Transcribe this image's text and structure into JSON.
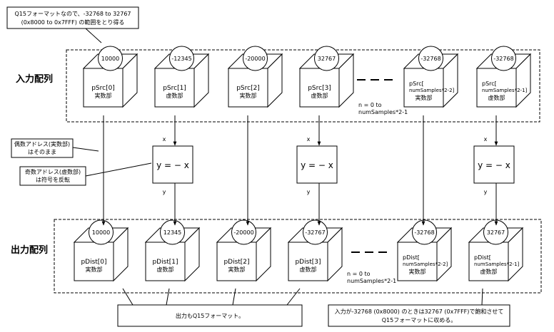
{
  "callouts": {
    "q15_note": [
      "Q15フォーマットなので、-32768 to 32767",
      "(0x8000 to 0x7FFF) の範囲をとり得る"
    ],
    "even_note": [
      "偶数アドレス(実数部)",
      "はそのまま"
    ],
    "odd_note": [
      "奇数アドレス(虚数部)",
      "は符号を反転"
    ],
    "output_q15_note": "出力もQ15フォーマット。",
    "saturate_note": [
      "入力が-32768 (0x8000) のときは32767 (0x7FFF)で飽和させて",
      "Q15フォーマットに収める。"
    ]
  },
  "rows": {
    "input_label": "入力配列",
    "output_label": "出力配列"
  },
  "input_cubes": [
    {
      "value": "10000",
      "name": [
        "pSrc[0]"
      ],
      "kind": "実数部"
    },
    {
      "value": "-12345",
      "name": [
        "pSrc[1]"
      ],
      "kind": "虚数部"
    },
    {
      "value": "-20000",
      "name": [
        "pSrc[2]"
      ],
      "kind": "実数部"
    },
    {
      "value": "32767",
      "name": [
        "pSrc[3]"
      ],
      "kind": "虚数部"
    },
    {
      "value": "-32768",
      "name": [
        "pSrc[",
        "numSamples*2-2]"
      ],
      "kind": "実数部"
    },
    {
      "value": "-32768",
      "name": [
        "pSrc[",
        "numSamples*2-1]"
      ],
      "kind": "虚数部"
    }
  ],
  "output_cubes": [
    {
      "value": "10000",
      "name": [
        "pDist[0]"
      ],
      "kind": "実数部"
    },
    {
      "value": "12345",
      "name": [
        "pDist[1]"
      ],
      "kind": "虚数部"
    },
    {
      "value": "-20000",
      "name": [
        "pDist[2]"
      ],
      "kind": "実数部"
    },
    {
      "value": "-32767",
      "name": [
        "pDist[3]"
      ],
      "kind": "虚数部"
    },
    {
      "value": "-32768",
      "name": [
        "pDist[",
        "numSamples*2-2]"
      ],
      "kind": "実数部"
    },
    {
      "value": "32767",
      "name": [
        "pDist[",
        "numSamples*2-1]"
      ],
      "kind": "虚数部"
    }
  ],
  "range_note": [
    "n = 0 to",
    "numSamples*2-1"
  ],
  "negate_box": {
    "label": "y = − x",
    "input": "x",
    "output": "y"
  }
}
